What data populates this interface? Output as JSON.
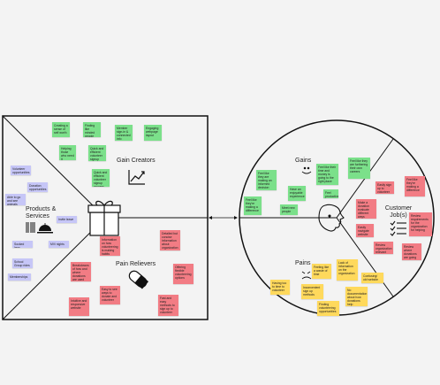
{
  "value_map": {
    "sections": {
      "gain_creators": "Gain Creators",
      "products_services": "Products & Services",
      "pain_relievers": "Pain Relievers"
    },
    "gain_creator_notes": [
      "Creating a sense of self worth",
      "Finding like minded people",
      "Member sign-in & connected info",
      "Engaging webpage layout",
      "Helping those who need it",
      "Quick and efficient volunteer signup process",
      "Quick and efficient volunteer signup process"
    ],
    "products_notes": [
      "Volunteer opportunities",
      "Donation opportunities",
      "Able to go and see animals",
      "Invite leave",
      "Socked laws",
      "MVi nights",
      "School Group rides",
      "Memberships"
    ],
    "pain_reliever_notes": [
      "Information on how volunteering is making habits",
      "Detailed but concise information about organization",
      "Breakdowns of how and where donations are used",
      "Offering flexible volunteering options",
      "Easy to see ways to donate and volunteer",
      "Intuitive and responsive website",
      "Fast and easy methods to sign up to volunteer"
    ]
  },
  "customer_profile": {
    "sections": {
      "gains": "Gains",
      "pains": "Pains",
      "customer_jobs": "Customer Job(s)"
    },
    "gain_notes": [
      "Feel like they are making an informed decision",
      "Feel like their time and money is going to the right place",
      "Feel like they are furthering their own careers",
      "Feel like they're making a difference",
      "Have an enjoyable experience",
      "Feel productive",
      "Meet new people"
    ],
    "job_notes": [
      "Easily sign up to volunteer",
      "Feel like they're making a difference",
      "Make a donation evaluate different ways",
      "Easily navigate website",
      "Review requirements for the organization for helping",
      "Review organization relevant",
      "Review where donations are going"
    ],
    "pain_notes": [
      "Having too to time to volunteer",
      "Feeling like a waste of time",
      "Lack of information on the organization",
      "Inconvenient sign up methods",
      "Confusing/ old website",
      "No documentation about how donations help",
      "Finding volunteering opportunities"
    ]
  }
}
